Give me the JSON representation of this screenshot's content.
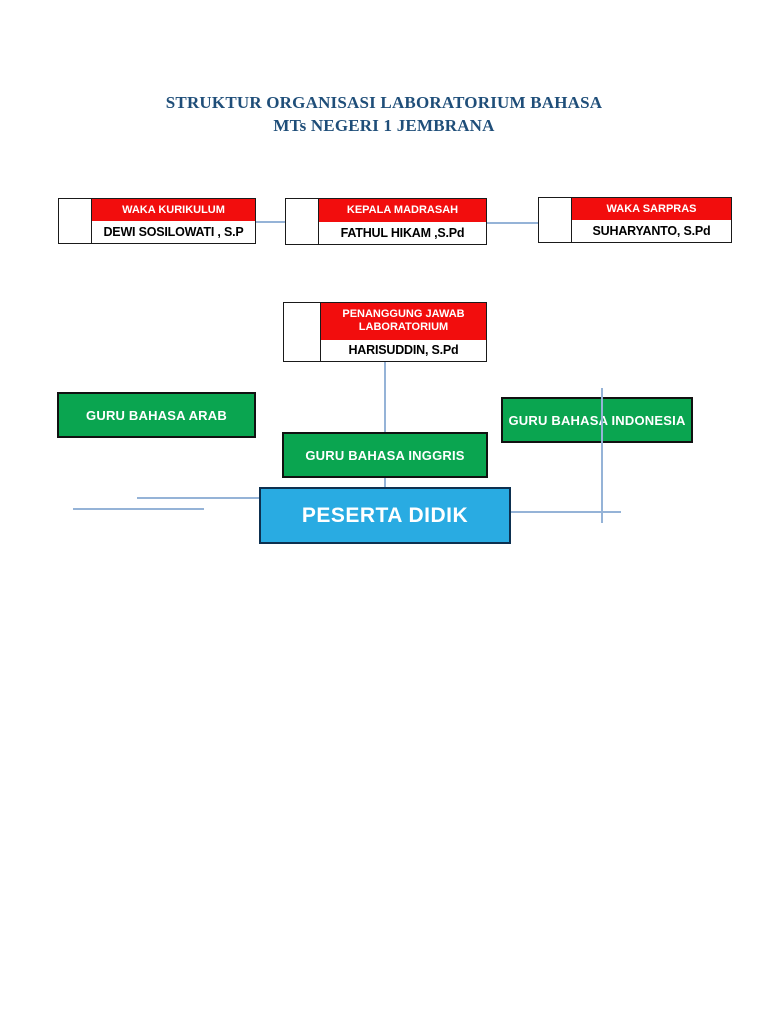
{
  "title": {
    "line1": "STRUKTUR ORGANISASI LABORATORIUM BAHASA",
    "line2": "MTs NEGERI 1 JEMBRANA"
  },
  "theme": {
    "red": "#f20d0d",
    "green": "#0aa550",
    "blue": "#29abe2",
    "blue_border": "#0d3050",
    "title_color": "#1f4e79",
    "line_color": "#95b3d7",
    "border_dark": "#1a1a1a"
  },
  "chart": {
    "type": "org-chart",
    "nodes": {
      "waka_kurikulum": {
        "role": "WAKA KURIKULUM",
        "name": "DEWI SOSILOWATI , S.P"
      },
      "kepala_madrasah": {
        "role": "KEPALA MADRASAH",
        "name": "FATHUL HIKAM ,S.Pd"
      },
      "waka_sarpras": {
        "role": "WAKA SARPRAS",
        "name": "SUHARYANTO, S.Pd"
      },
      "penanggung_jawab": {
        "role": "PENANGGUNG JAWAB LABORATORIUM",
        "name": "HARISUDDIN, S.Pd"
      },
      "guru_arab": {
        "label": "GURU BAHASA ARAB"
      },
      "guru_inggris": {
        "label": "GURU BAHASA INGGRIS"
      },
      "guru_indonesia": {
        "label": "GURU BAHASA INDONESIA"
      },
      "peserta_didik": {
        "label": "PESERTA DIDIK"
      }
    }
  }
}
